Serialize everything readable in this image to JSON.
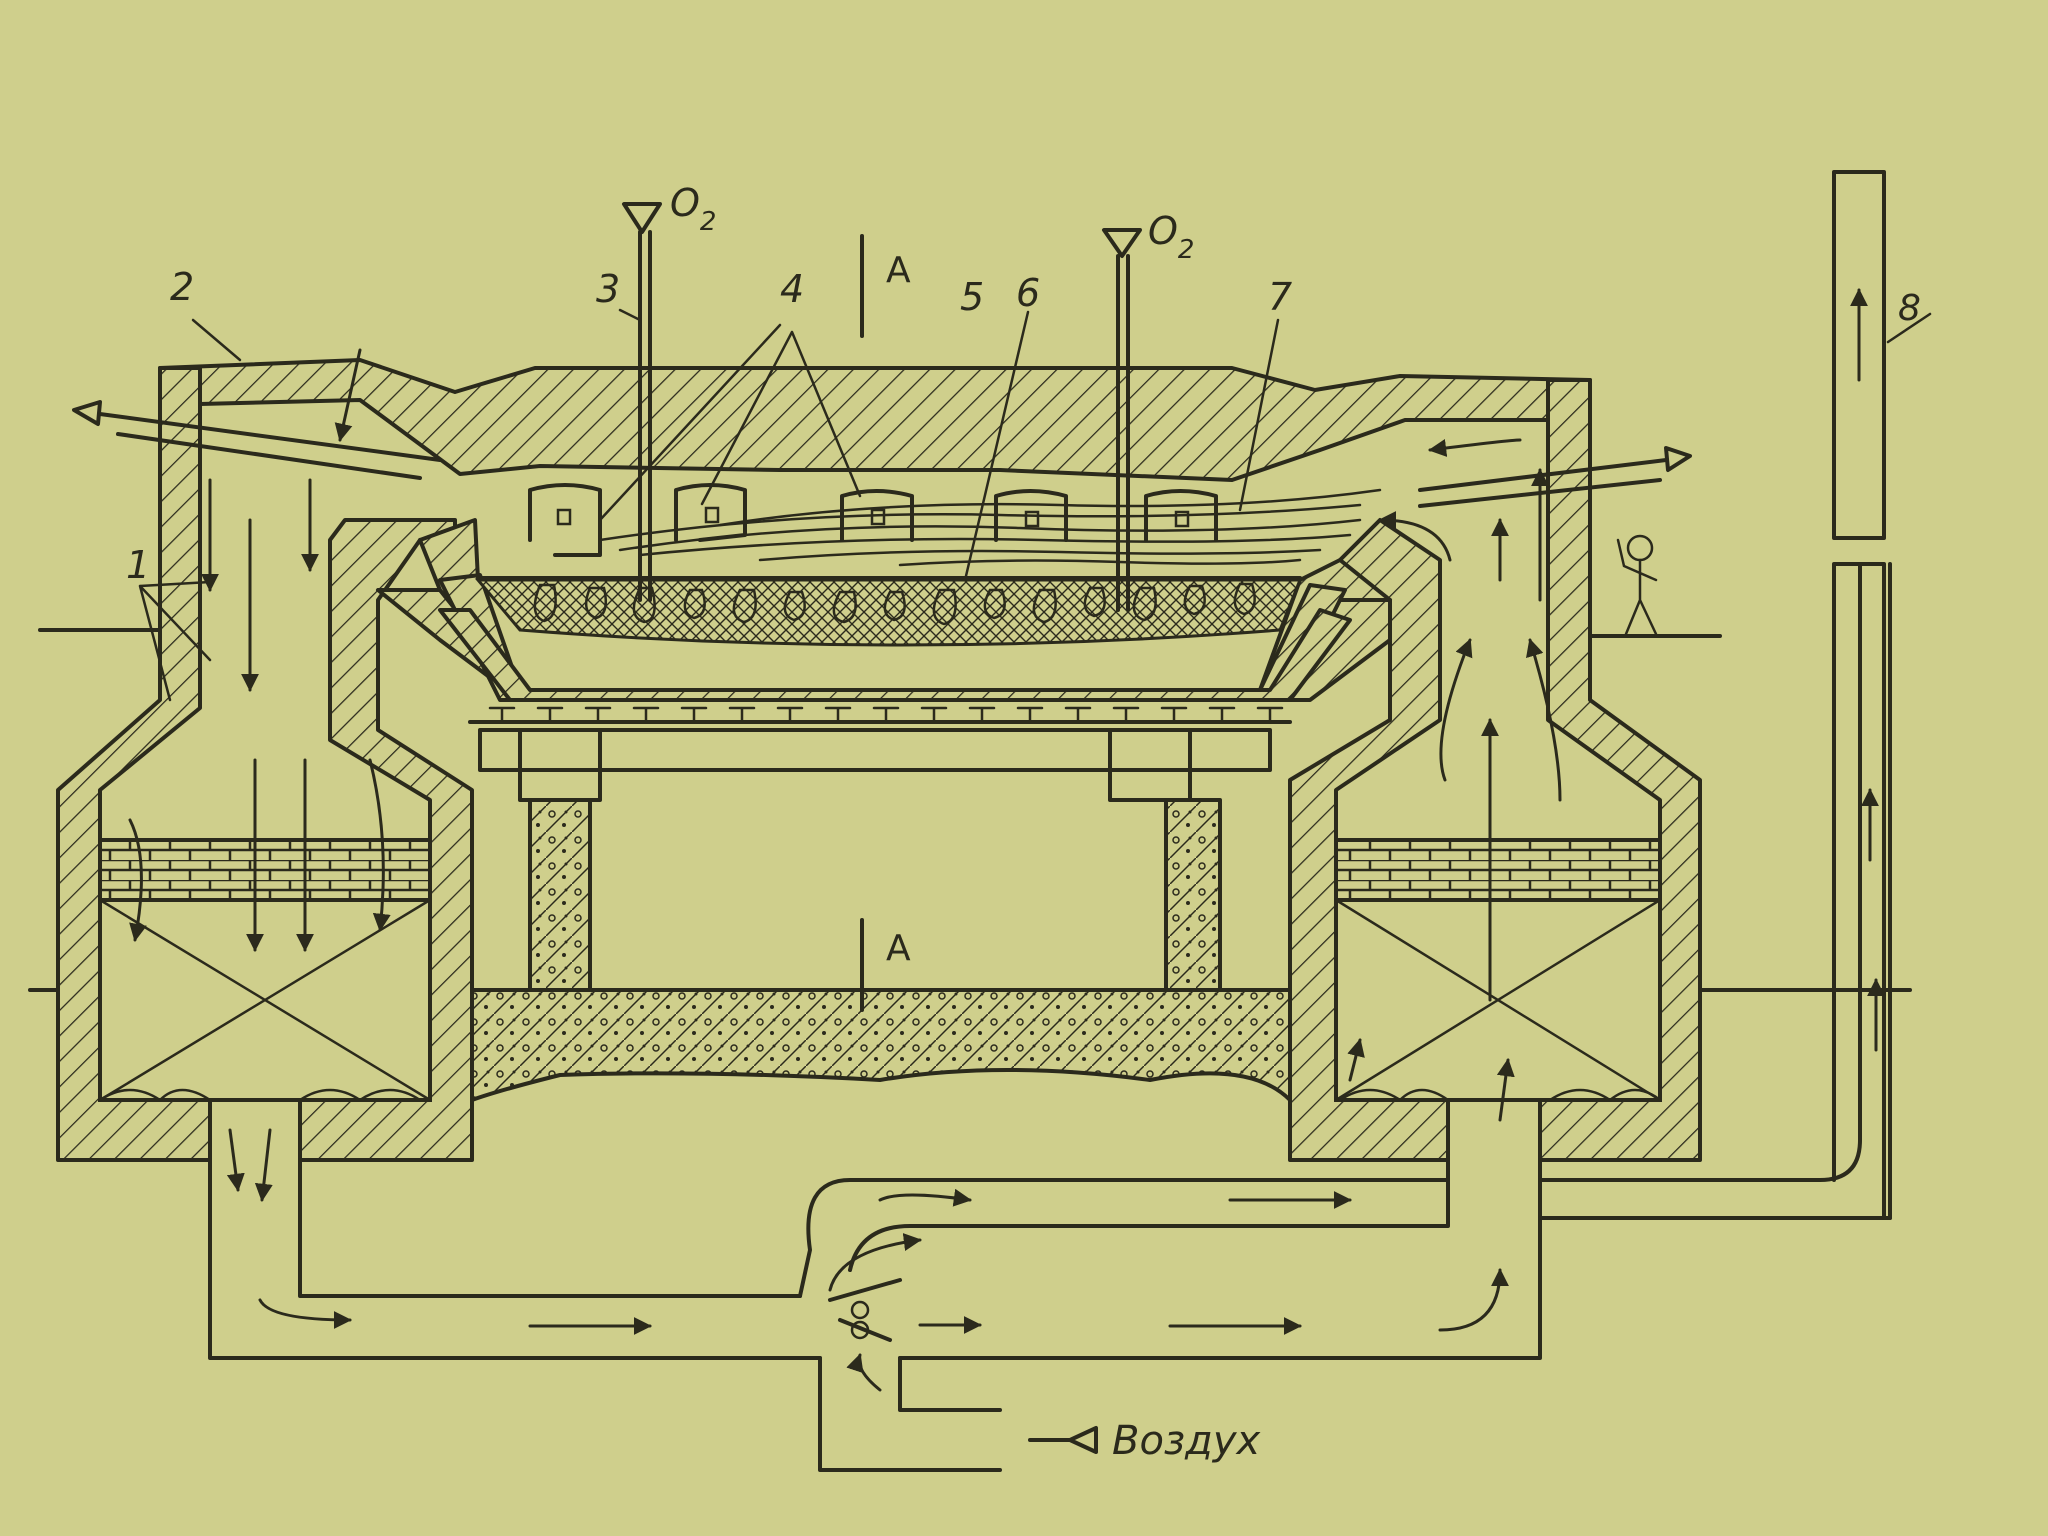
{
  "diagram": {
    "labels": {
      "n1": "1",
      "n2": "2",
      "n3": "3",
      "n4": "4",
      "n5": "5",
      "n6": "6",
      "n7": "7",
      "n8": "8",
      "section_top": "A",
      "section_bottom": "A",
      "oxygen_left": "O",
      "oxygen_left_sub": "2",
      "oxygen_right": "O",
      "oxygen_right_sub": "2",
      "air": "Воздух"
    },
    "colors": {
      "paper": "#cfcf8c",
      "ink": "#2b2a1c"
    }
  }
}
